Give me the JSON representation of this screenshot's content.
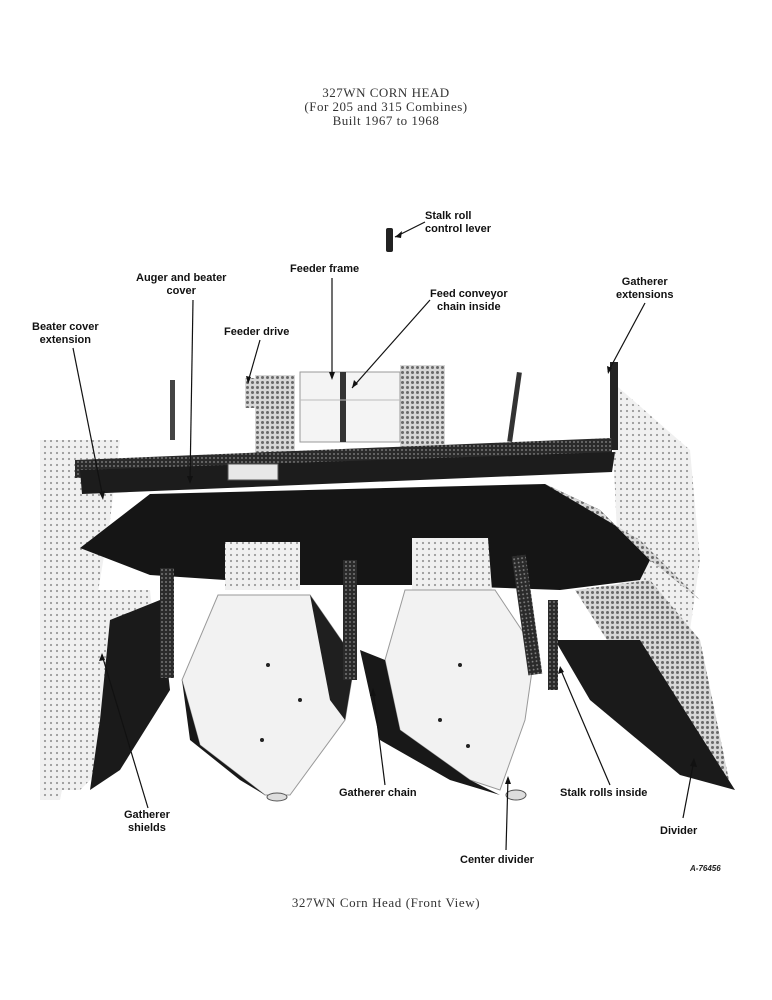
{
  "header": {
    "title": "327WN CORN HEAD",
    "subtitle": "(For 205 and 315 Combines)",
    "built": "Built 1967 to 1968"
  },
  "callouts": {
    "stalk_roll_control_lever": [
      "Stalk roll",
      "control lever"
    ],
    "feeder_frame": [
      "Feeder frame"
    ],
    "feed_conveyor_chain": [
      "Feed conveyor",
      "chain inside"
    ],
    "auger_beater_cover": [
      "Auger and beater",
      "cover"
    ],
    "gatherer_extensions": [
      "Gatherer",
      "extensions"
    ],
    "beater_cover_extension": [
      "Beater cover",
      "extension"
    ],
    "feeder_drive": [
      "Feeder drive"
    ],
    "gatherer_shields": [
      "Gatherer",
      "shields"
    ],
    "gatherer_chain": [
      "Gatherer chain"
    ],
    "stalk_rolls_inside": [
      "Stalk rolls inside"
    ],
    "divider": [
      "Divider"
    ],
    "center_divider": [
      "Center divider"
    ]
  },
  "figure_number": "A-76456",
  "caption": "327WN Corn Head (Front View)"
}
